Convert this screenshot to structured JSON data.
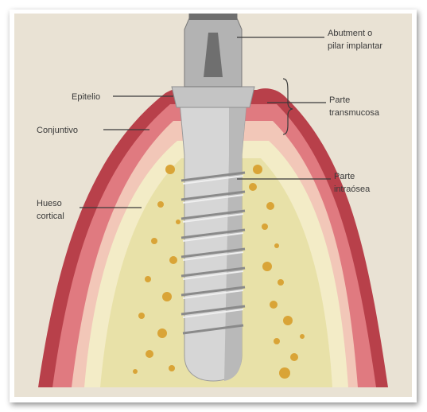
{
  "labels": {
    "abutment_line1": "Abutment o",
    "abutment_line2": "pilar implantar",
    "epitelio": "Epitelio",
    "conjuntivo": "Conjuntivo",
    "parte_transmucosa_line1": "Parte",
    "parte_transmucosa_line2": "transmucosa",
    "parte_intraosea_line1": "Parte",
    "parte_intraosea_line2": "intraósea",
    "hueso_cortical_line1": "Hueso",
    "hueso_cortical_line2": "cortical"
  },
  "colors": {
    "background": "#e9e2d4",
    "gum_outer": "#b8404a",
    "gum_inner": "#e07a80",
    "connective": "#f2c7b8",
    "bone_outer": "#f3ecc7",
    "bone_inner": "#e8e1a8",
    "bone_spots": "#d9a437",
    "implant": "#c9c9c9",
    "implant_dark": "#8a8a8a",
    "abutment": "#b3b3b3",
    "abutment_dark": "#6f6f6f",
    "leader_lines": "#3a3a3a"
  },
  "icons": [
    "implant-illustration"
  ]
}
